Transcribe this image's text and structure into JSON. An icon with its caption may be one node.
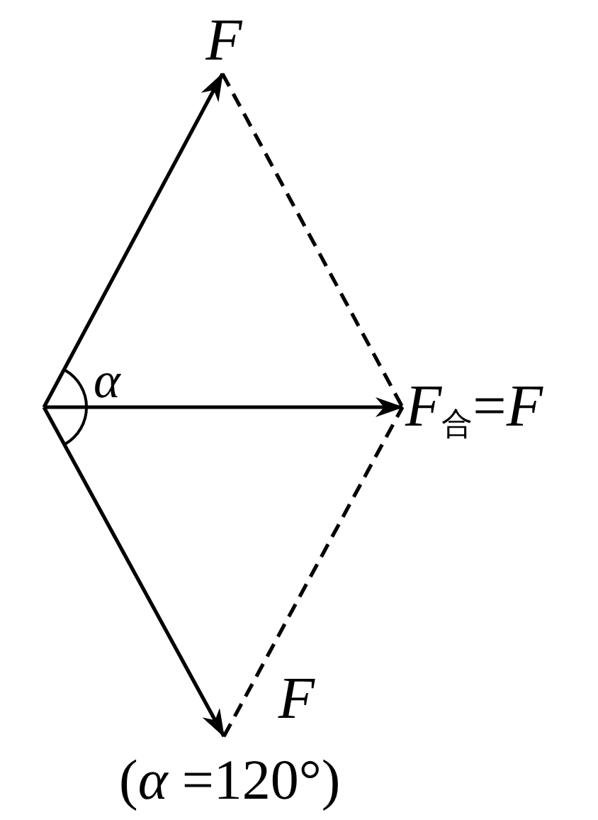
{
  "diagram": {
    "nodes": [
      {
        "text": [
          "*F*"
        ]
      },
      {
        "text": [
          "*F*$_{合}$=*F*"
        ]
      },
      {
        "text": [
          "*F*"
        ]
      }
    ],
    "edges": [
      {
        "from": null,
        "to": 0,
        "arrow": "to"
      },
      {
        "from": null,
        "to": 1,
        "arrow": "to"
      },
      {
        "from": null,
        "to": 2,
        "arrow": "to"
      },
      {
        "from": 0,
        "to": 1,
        "arrow": "none",
        "style": "dashed"
      },
      {
        "from": 2,
        "to": 1,
        "arrow": "none",
        "style": "dashed"
      }
    ],
    "labels": [
      "*α*",
      "(*α* =120°)"
    ]
  }
}
